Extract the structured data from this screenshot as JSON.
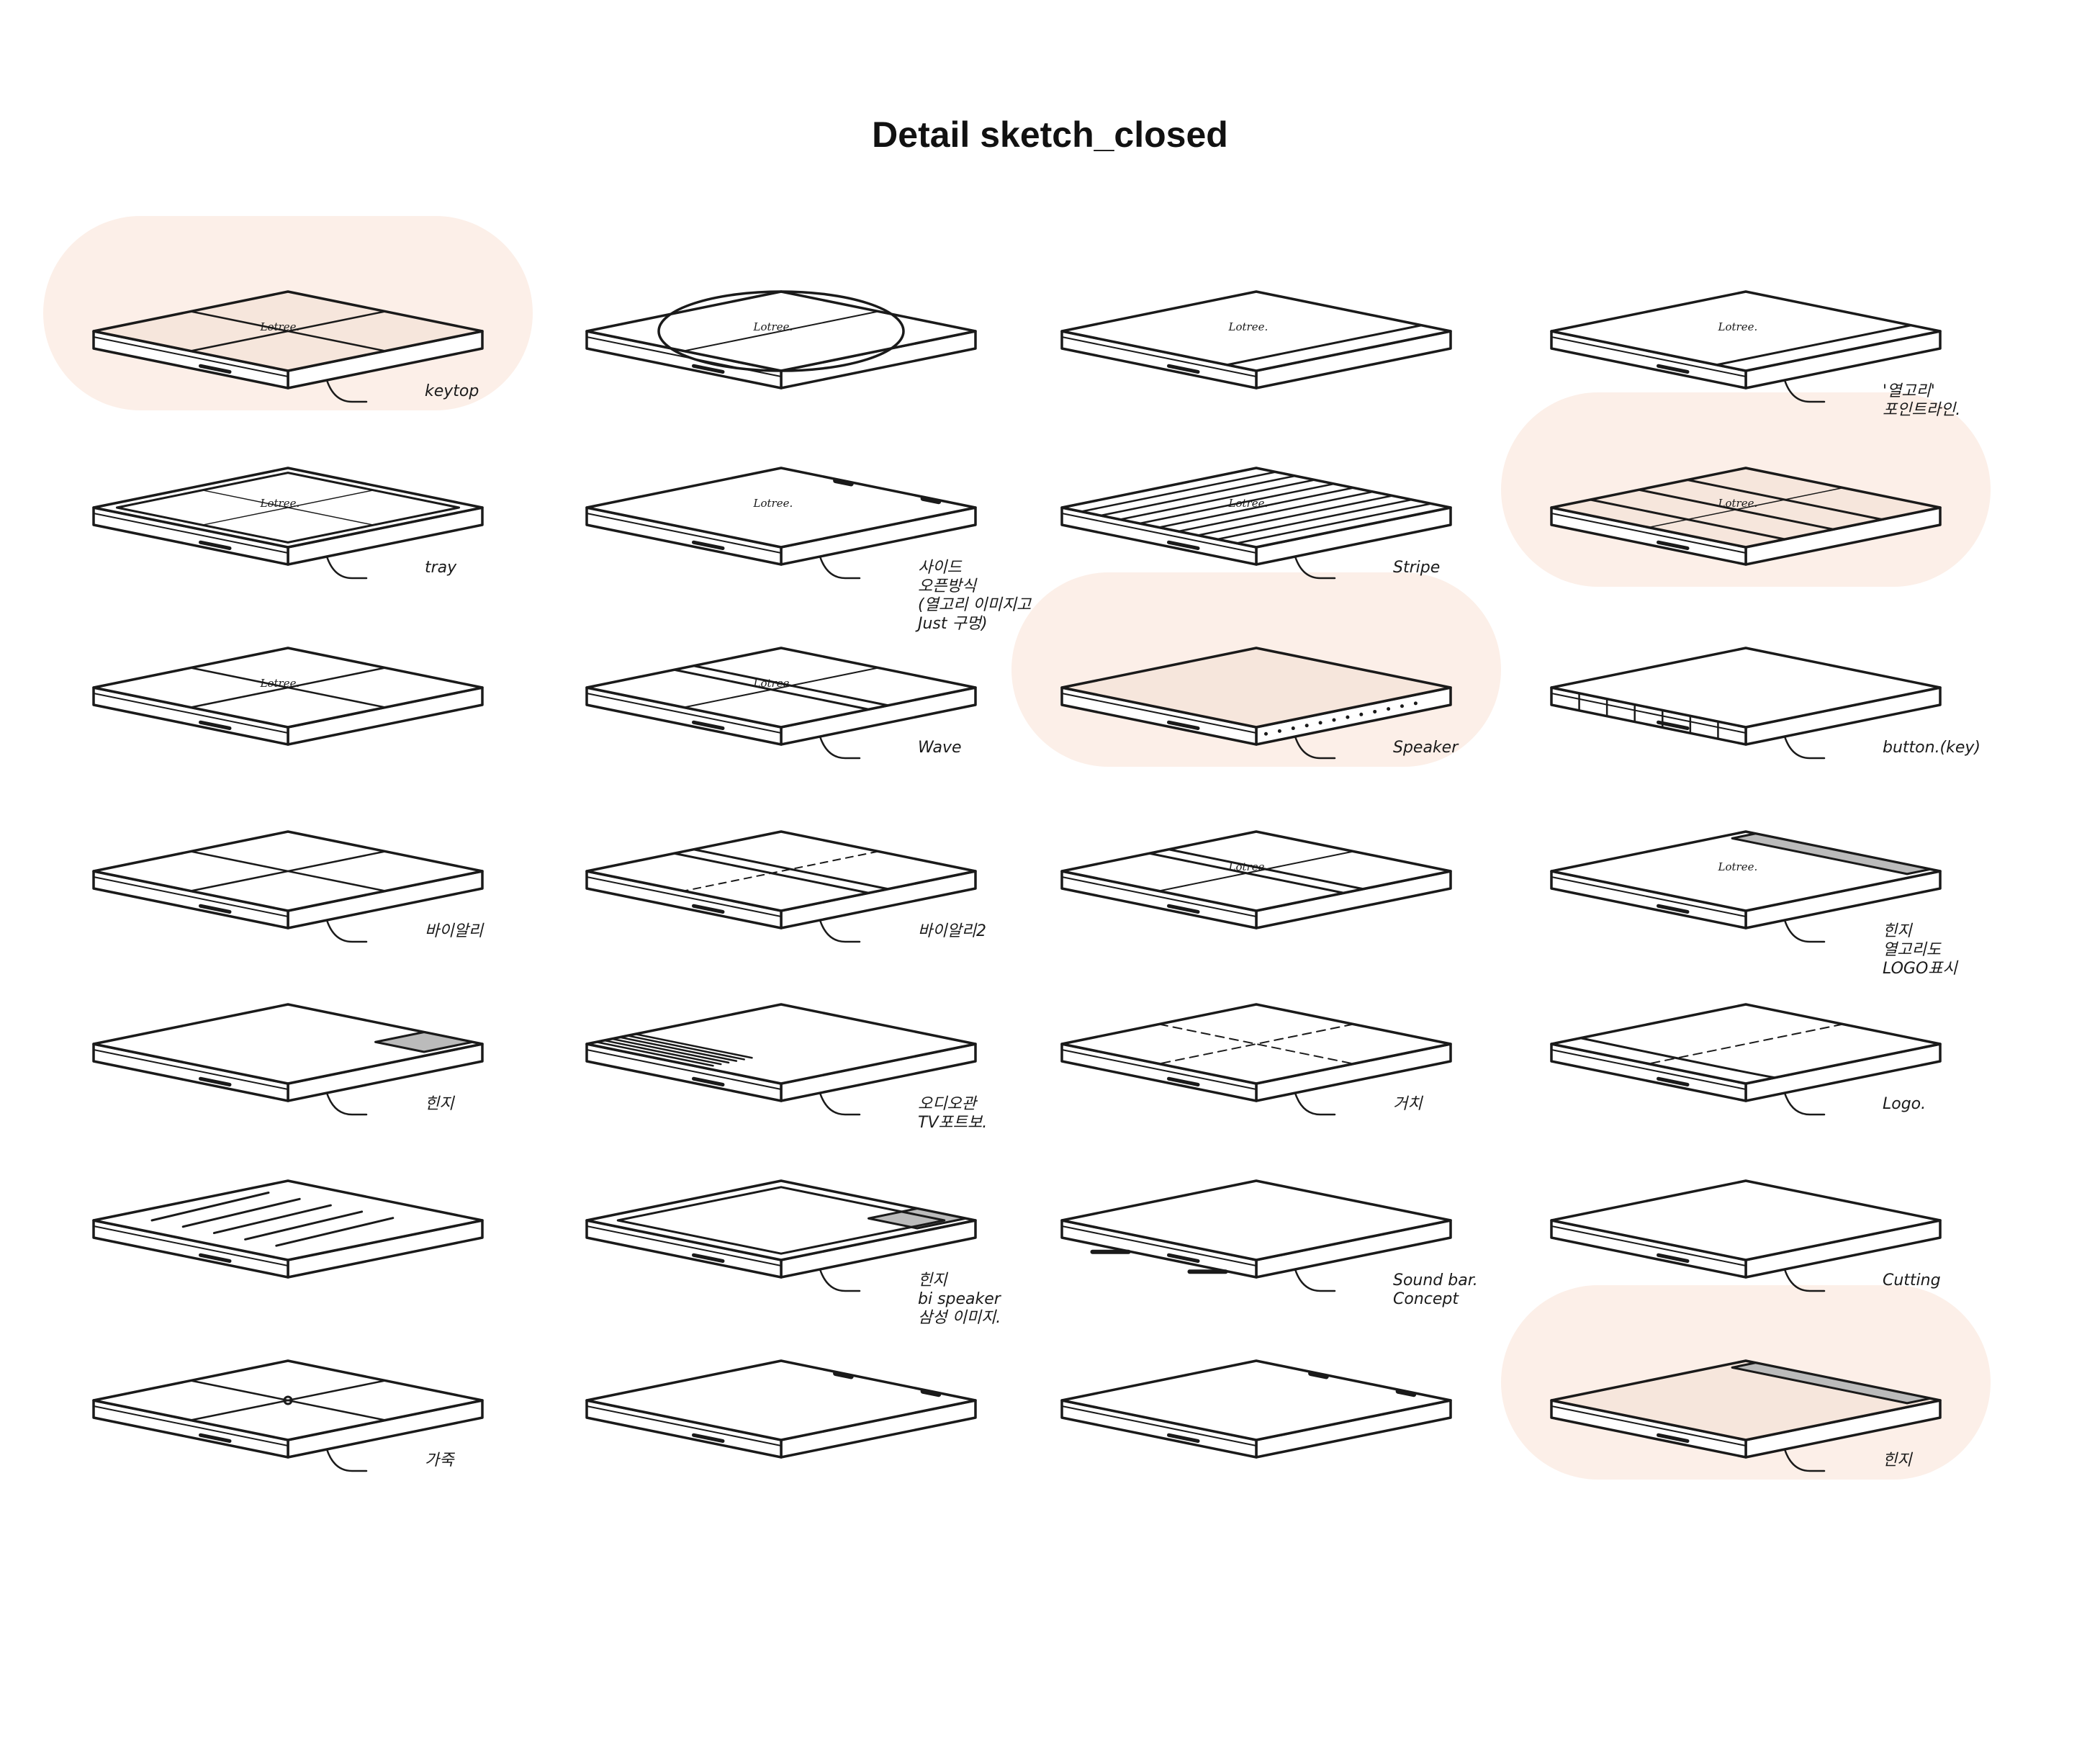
{
  "title": "Detail sketch_closed",
  "colors": {
    "background": "#ffffff",
    "highlight": "#fcefe8",
    "ink": "#1a1a1a",
    "title": "#111111"
  },
  "grid": {
    "columns": 4,
    "rows": 7
  },
  "highlighted_cells": [
    [
      0,
      0
    ],
    [
      1,
      3
    ],
    [
      2,
      2
    ],
    [
      6,
      3
    ]
  ],
  "sketches": [
    {
      "row": 0,
      "col": 0,
      "type": "cushion",
      "logo": "Lotree.",
      "notes": [
        "keytop"
      ]
    },
    {
      "row": 0,
      "col": 1,
      "type": "oval",
      "logo": "Lotree.",
      "notes": []
    },
    {
      "row": 0,
      "col": 2,
      "type": "end-band",
      "logo": "Lotree.",
      "notes": []
    },
    {
      "row": 0,
      "col": 3,
      "type": "bar",
      "logo": "Lotree.",
      "notes": [
        "'열고리'",
        "포인트라인."
      ]
    },
    {
      "row": 1,
      "col": 0,
      "type": "tray",
      "logo": "Lotree.",
      "notes": [
        "tray"
      ]
    },
    {
      "row": 1,
      "col": 1,
      "type": "plain-tabs",
      "logo": "Lotree.",
      "notes": [
        "사이드",
        "오픈방식",
        "(열고리 이미지고",
        "Just 구멍)"
      ]
    },
    {
      "row": 1,
      "col": 2,
      "type": "stripe",
      "logo": "Lotree.",
      "notes": [
        "Stripe"
      ]
    },
    {
      "row": 1,
      "col": 3,
      "type": "bands",
      "logo": "Lotree.",
      "notes": []
    },
    {
      "row": 2,
      "col": 0,
      "type": "cushion",
      "logo": "Lotree.",
      "notes": []
    },
    {
      "row": 2,
      "col": 1,
      "type": "wave",
      "logo": "Lotree.",
      "notes": [
        "Wave"
      ]
    },
    {
      "row": 2,
      "col": 2,
      "type": "speaker",
      "logo": "",
      "notes": [
        "Speaker"
      ]
    },
    {
      "row": 2,
      "col": 3,
      "type": "buttons",
      "logo": "",
      "notes": [
        "button.(key)"
      ]
    },
    {
      "row": 3,
      "col": 0,
      "type": "quad",
      "logo": "",
      "notes": [
        "바이알리"
      ]
    },
    {
      "row": 3,
      "col": 1,
      "type": "split-band",
      "logo": "",
      "notes": [
        "바이알리2"
      ]
    },
    {
      "row": 3,
      "col": 2,
      "type": "front-band",
      "logo": "Lotree.",
      "notes": []
    },
    {
      "row": 3,
      "col": 3,
      "type": "hinge",
      "logo": "Lotree.",
      "notes": [
        "힌지",
        "열고리도",
        "LOGO표시"
      ]
    },
    {
      "row": 4,
      "col": 0,
      "type": "hinge-small",
      "logo": "",
      "notes": [
        "힌지"
      ]
    },
    {
      "row": 4,
      "col": 1,
      "type": "grille",
      "logo": "",
      "notes": [
        "오디오관",
        "TV포트보."
      ]
    },
    {
      "row": 4,
      "col": 2,
      "type": "crease",
      "logo": "",
      "notes": [
        "거치"
      ]
    },
    {
      "row": 4,
      "col": 3,
      "type": "logo-dip",
      "logo": "",
      "notes": [
        "Logo."
      ]
    },
    {
      "row": 5,
      "col": 0,
      "type": "logo-pattern",
      "logo": "",
      "notes": []
    },
    {
      "row": 5,
      "col": 1,
      "type": "frame-hinge",
      "logo": "",
      "notes": [
        "힌지",
        "bi speaker",
        "삼성 이미지."
      ]
    },
    {
      "row": 5,
      "col": 2,
      "type": "soundbar",
      "logo": "",
      "notes": [
        "Sound bar.",
        "Concept"
      ]
    },
    {
      "row": 5,
      "col": 3,
      "type": "rounded",
      "logo": "",
      "notes": [
        "Cutting"
      ]
    },
    {
      "row": 6,
      "col": 0,
      "type": "knot",
      "logo": "",
      "notes": [
        "가죽"
      ]
    },
    {
      "row": 6,
      "col": 1,
      "type": "plain",
      "logo": "",
      "notes": []
    },
    {
      "row": 6,
      "col": 2,
      "type": "plain",
      "logo": "",
      "notes": []
    },
    {
      "row": 6,
      "col": 3,
      "type": "hinge-strip",
      "logo": "",
      "notes": [
        "힌지"
      ]
    }
  ]
}
